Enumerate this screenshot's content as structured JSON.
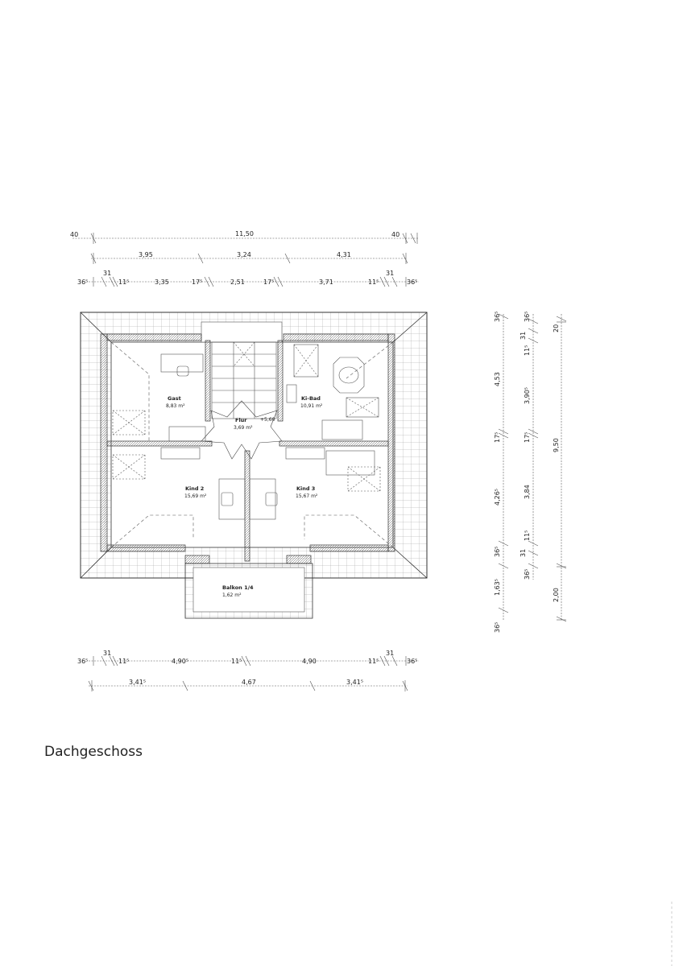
{
  "caption": "Dachgeschoss",
  "dims_top": {
    "row1": [
      "40",
      "11,50",
      "40"
    ],
    "row2": [
      "3,95",
      "3,24",
      "4,31"
    ],
    "row3": [
      "36⁵",
      "31",
      "11⁵",
      "3,35",
      "17⁵",
      "2,51",
      "17⁵",
      "3,71",
      "11⁵",
      "31",
      "36⁵"
    ]
  },
  "dims_bottom": {
    "row1": [
      "36⁵",
      "31",
      "11⁵",
      "4,90⁵",
      "11⁵",
      "4,90",
      "11⁵",
      "31",
      "36⁵"
    ],
    "row2": [
      "3,41⁵",
      "4,67",
      "3,41⁵"
    ]
  },
  "dims_right": {
    "col1": [
      "36⁵",
      "4,53",
      "17⁵",
      "4,26⁵",
      "36⁵",
      "1,63⁵",
      "36⁵"
    ],
    "col2": [
      "36⁵",
      "31",
      "11⁵",
      "3,90⁵",
      "17⁵",
      "3,84",
      "11⁵",
      "31",
      "36⁵"
    ],
    "col3": [
      "20",
      "9,50",
      "2,00"
    ]
  },
  "rooms": {
    "gast": {
      "name": "Gast",
      "area": "8,83 m²"
    },
    "kibad": {
      "name": "Ki-Bad",
      "area": "10,91 m²"
    },
    "flur": {
      "name": "Flur",
      "area": "3,69 m²"
    },
    "flur_extra": "+5,60",
    "kind2": {
      "name": "Kind 2",
      "area": "15,69 m²"
    },
    "kind3": {
      "name": "Kind 3",
      "area": "15,67 m²"
    },
    "balkon": {
      "name": "Balkon 1/4",
      "area": "1,62 m²"
    }
  }
}
